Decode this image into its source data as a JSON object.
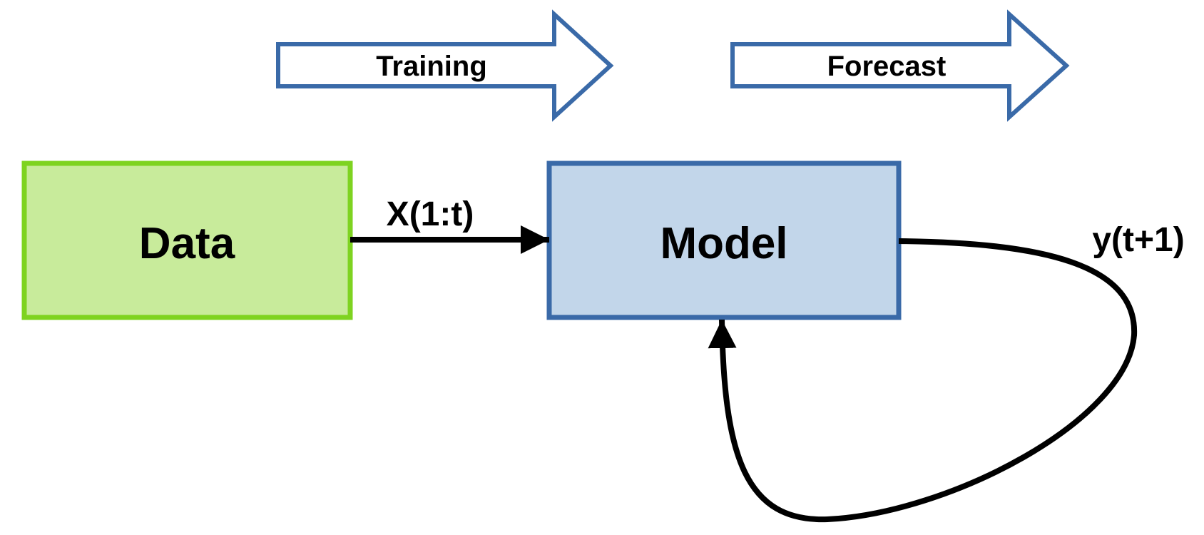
{
  "stages": {
    "training": {
      "label": "Training"
    },
    "forecast": {
      "label": "Forecast"
    }
  },
  "nodes": {
    "data": {
      "label": "Data"
    },
    "model": {
      "label": "Model"
    }
  },
  "edges": {
    "input": {
      "label": "X(1:t)"
    },
    "feedback": {
      "label": "y(t+1)"
    }
  },
  "colors": {
    "stage_outline": "#3a6aa8",
    "data_fill": "#c8eb9b",
    "data_border": "#7ed320",
    "model_fill": "#c2d6ea",
    "model_border": "#3a6aa8",
    "edge": "#000000"
  }
}
